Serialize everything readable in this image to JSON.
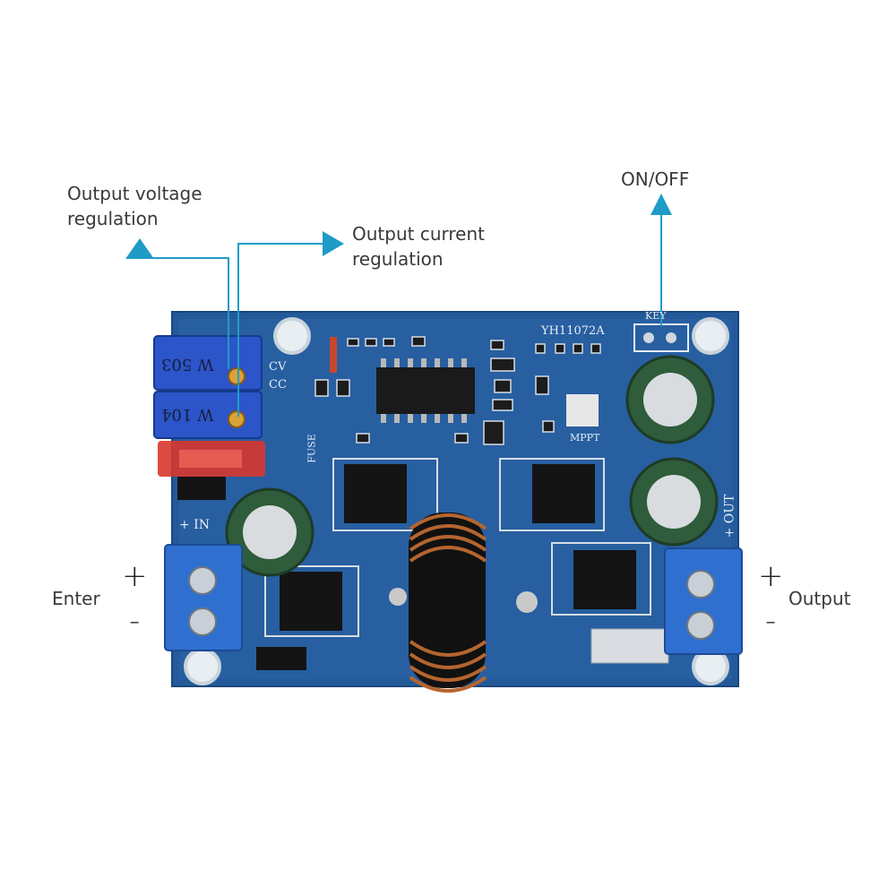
{
  "callouts": {
    "voltage_line1": "Output voltage",
    "voltage_line2": "regulation",
    "current_line1": "Output current",
    "current_line2": "regulation",
    "onoff": "ON/OFF",
    "enter": "Enter",
    "output": "Output"
  },
  "signs": {
    "in_plus": "+",
    "in_minus": "-",
    "out_plus": "+",
    "out_minus": "-"
  },
  "silkscreen": {
    "model": "YH11072A",
    "key": "KEY",
    "cv": "CV",
    "cc": "CC",
    "fuse": "FUSE",
    "mppt": "MPPT",
    "in": "+ IN",
    "out": "+ OUT",
    "pot1": "W 503",
    "pot2": "W 104"
  },
  "colors": {
    "arrow": "#1f9bc7",
    "pcb": "#245a9a",
    "terminal": "#2f6fcf"
  }
}
